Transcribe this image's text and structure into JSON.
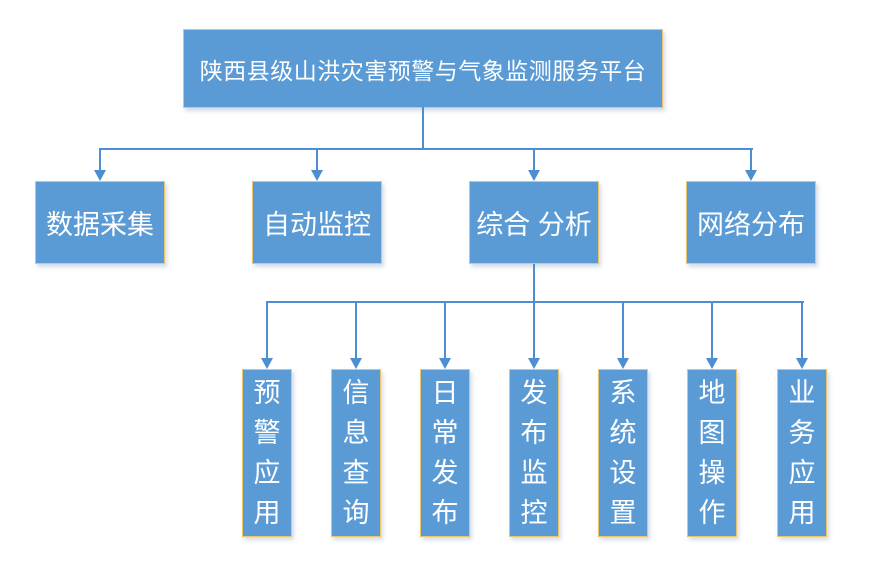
{
  "diagram": {
    "type": "org-chart",
    "root": {
      "label": "陕西县级山洪灾害预警与气象监测服务平台"
    },
    "level2": [
      {
        "label": "数据采集"
      },
      {
        "label": "自动监控"
      },
      {
        "label": "综合 分析"
      },
      {
        "label": "网络分布"
      }
    ],
    "level3": [
      {
        "label": "预警应用"
      },
      {
        "label": "信息查询"
      },
      {
        "label": "日常发布"
      },
      {
        "label": "发布监控"
      },
      {
        "label": "系统设置"
      },
      {
        "label": "地图操作"
      },
      {
        "label": "业务应用"
      }
    ]
  },
  "palette": {
    "node_fill": "#5B9BD5",
    "node_border": "#E8C56C",
    "connector": "#4D8ED2",
    "text": "#FFFFFF",
    "background": "#FFFFFF"
  }
}
